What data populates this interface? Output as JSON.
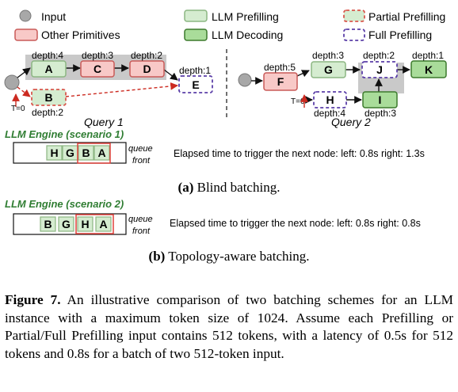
{
  "legend": {
    "input": "Input",
    "other": "Other Primitives",
    "prefill": "LLM Prefilling",
    "decode": "LLM Decoding",
    "partial": "Partial Prefilling",
    "full": "Full Prefilling"
  },
  "query1": {
    "title": "Query 1",
    "nodes": {
      "A": "A",
      "C": "C",
      "D": "D",
      "E": "E",
      "B": "B"
    },
    "depths": {
      "A": "depth:4",
      "C": "depth:3",
      "D": "depth:2",
      "E": "depth:1",
      "B": "depth:2"
    },
    "t0": "T=0"
  },
  "query2": {
    "title": "Query 2",
    "nodes": {
      "F": "F",
      "G": "G",
      "J": "J",
      "K": "K",
      "H": "H",
      "I": "I"
    },
    "depths": {
      "F": "depth:5",
      "G": "depth:3",
      "J": "depth:2",
      "K": "depth:1",
      "H": "depth:4",
      "I": "depth:3"
    },
    "t0": "T=0"
  },
  "scenario1": {
    "engine": "LLM Engine  (scenario 1)",
    "queue": [
      "H",
      "G",
      "B",
      "A"
    ],
    "queue_label_1": "queue",
    "queue_label_2": "front",
    "elapsed": "Elapsed time to trigger the next node: left: 0.8s right: 1.3s"
  },
  "sub_a": {
    "label": "(a)",
    "text": "Blind batching."
  },
  "scenario2": {
    "engine": "LLM Engine  (scenario 2)",
    "queue": [
      "B",
      "G",
      "H",
      "A"
    ],
    "queue_label_1": "queue",
    "queue_label_2": "front",
    "elapsed": "Elapsed time to trigger the next node: left: 0.8s right: 0.8s"
  },
  "sub_b": {
    "label": "(b)",
    "text": "Topology-aware batching."
  },
  "caption": {
    "figure": "Figure 7.",
    "text": " An illustrative comparison of two batching schemes for an LLM instance with a maximum token size of 1024. Assume each Prefilling or Partial/Full Prefilling input contains 512 tokens, with a latency of 0.5s for 512 tokens and 0.8s for a batch of two 512-token input."
  },
  "colors": {
    "prefill_fill": "#d5ecd0",
    "prefill_stroke": "#8cb682",
    "decode_fill": "#a9dc9a",
    "decode_stroke": "#3c7a2c",
    "other_fill": "#f8c9c7",
    "other_stroke": "#c95a58",
    "partial_stroke": "#d9574d",
    "full_stroke": "#5b3fa8",
    "input_fill": "#a8a8a8",
    "highlight_bg": "#c9c9c9",
    "red_box": "#e0403a",
    "engine_green": "#2f7d32",
    "arrow_red": "#cc2a20"
  }
}
